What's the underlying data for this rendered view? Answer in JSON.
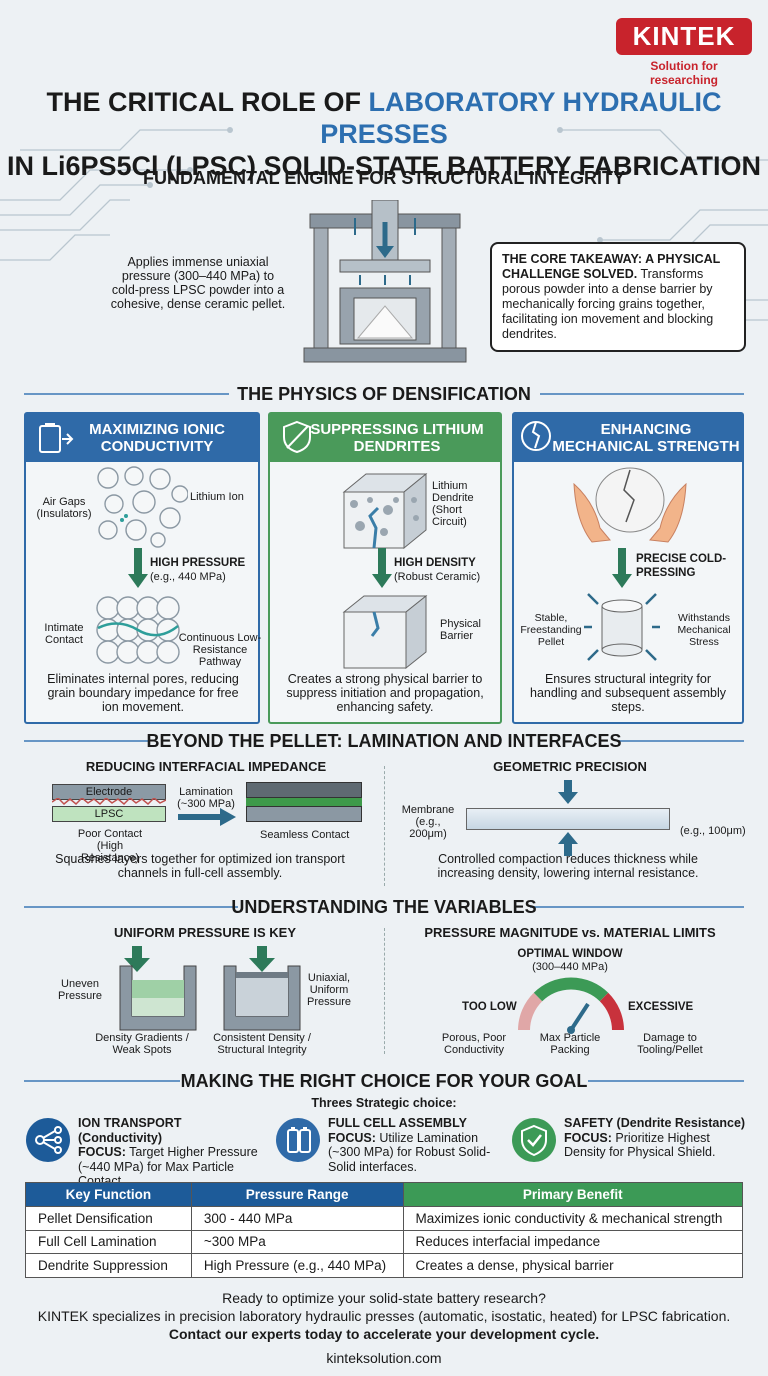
{
  "brand": {
    "name": "KINTEK",
    "tagline": "Solution for researching"
  },
  "title": {
    "line1_a": "THE CRITICAL ROLE OF ",
    "line1_b": "LABORATORY HYDRAULIC PRESSES",
    "line2": "IN Li6PS5Cl (LPSC) SOLID-STATE BATTERY FABRICATION"
  },
  "engine": {
    "heading": "FUNDAMENTAL ENGINE FOR STRUCTURAL INTEGRITY",
    "left_text": "Applies immense uniaxial pressure (300–440 MPa) to cold-press LPSC powder into a cohesive, dense ceramic pellet.",
    "takeaway_bold": "THE CORE TAKEAWAY: A PHYSICAL CHALLENGE SOLVED.",
    "takeaway_text": " Transforms porous powder into a dense barrier by mechanically forcing grains together, facilitating ion movement and blocking dendrites."
  },
  "physics": {
    "heading": "THE PHYSICS OF DENSIFICATION",
    "p1": {
      "title": "MAXIMIZING IONIC CONDUCTIVITY",
      "air": "Air Gaps (Insulators)",
      "ion": "Lithium Ion",
      "step": "HIGH PRESSURE",
      "step_sub": "(e.g., 440 MPa)",
      "contact": "Intimate Contact",
      "pathway": "Continuous Low-Resistance Pathway",
      "desc": "Eliminates internal pores, reducing grain boundary impedance for free ion movement."
    },
    "p2": {
      "title": "SUPPRESSING LITHIUM DENDRITES",
      "dendrite": "Lithium Dendrite (Short Circuit)",
      "step": "HIGH DENSITY",
      "step_sub": "(Robust Ceramic)",
      "barrier": "Physical Barrier",
      "desc": "Creates a strong physical barrier to suppress initiation and propagation, enhancing safety."
    },
    "p3": {
      "title": "ENHANCING MECHANICAL STRENGTH",
      "step": "PRECISE COLD-PRESSING",
      "stable": "Stable, Freestanding Pellet",
      "withstands": "Withstands Mechanical Stress",
      "desc": "Ensures structural integrity for handling and subsequent assembly steps."
    }
  },
  "lamination": {
    "heading": "BEYOND THE PELLET: LAMINATION AND INTERFACES",
    "left_title": "REDUCING INTERFACIAL IMPEDANCE",
    "electrode": "Electrode",
    "lpsc": "LPSC",
    "arrow": "Lamination (~300 MPa)",
    "poor": "Poor Contact (High Resistance)",
    "seamless": "Seamless Contact",
    "left_desc": "Squashes layers together for optimized ion transport channels in full-cell assembly.",
    "right_title": "GEOMETRIC PRECISION",
    "membrane": "Membrane (e.g., 200μm)",
    "thin": "(e.g., 100μm)",
    "right_desc": "Controlled compaction reduces thickness while increasing density, lowering internal resistance."
  },
  "variables": {
    "heading": "UNDERSTANDING THE VARIABLES",
    "left_title": "UNIFORM PRESSURE IS KEY",
    "uneven": "Uneven Pressure",
    "uniform": "Uniaxial, Uniform Pressure",
    "gradients": "Density Gradients / Weak Spots",
    "consistent": "Consistent Density / Structural Integrity",
    "right_title": "PRESSURE MAGNITUDE vs. MATERIAL LIMITS",
    "window": "OPTIMAL WINDOW",
    "window_range": "(300–440 MPa)",
    "too_low": "TOO LOW",
    "excessive": "EXCESSIVE",
    "porous": "Porous, Poor Conductivity",
    "max": "Max Particle Packing",
    "damage": "Damage to Tooling/Pellet"
  },
  "goal": {
    "heading": "MAKING THE RIGHT CHOICE FOR YOUR GOAL",
    "subheading": "Threes Strategic choice:",
    "items": [
      {
        "title": "ION TRANSPORT (Conductivity)",
        "focus": "FOCUS:",
        "text": " Target Higher Pressure (~440 MPa) for Max Particle Contact."
      },
      {
        "title": "FULL CELL ASSEMBLY",
        "focus": "FOCUS:",
        "text": " Utilize Lamination (~300 MPa) for Robust Solid-Solid interfaces."
      },
      {
        "title": "SAFETY (Dendrite Resistance)",
        "focus": "FOCUS:",
        "text": " Prioritize Highest Density for Physical Shield."
      }
    ]
  },
  "table": {
    "headers": [
      "Key Function",
      "Pressure Range",
      "Primary Benefit"
    ],
    "rows": [
      [
        "Pellet Densification",
        "300 - 440 MPa",
        "Maximizes ionic conductivity & mechanical strength"
      ],
      [
        "Full Cell Lamination",
        "~300 MPa",
        "Reduces interfacial impedance"
      ],
      [
        "Dendrite Suppression",
        "High Pressure (e.g., 440 MPa)",
        "Creates a dense, physical barrier"
      ]
    ]
  },
  "footer": {
    "q": "Ready to optimize your solid-state battery research?",
    "line2": "KINTEK specializes in precision laboratory hydraulic presses (automatic, isostatic, heated) for LPSC fabrication.",
    "cta": "Contact our experts today to accelerate your development cycle.",
    "url": "kinteksolution.com"
  },
  "colors": {
    "blue": "#2f6aa8",
    "green": "#4a9a5a",
    "dark_blue": "#1d5b99",
    "red": "#c8232c"
  }
}
